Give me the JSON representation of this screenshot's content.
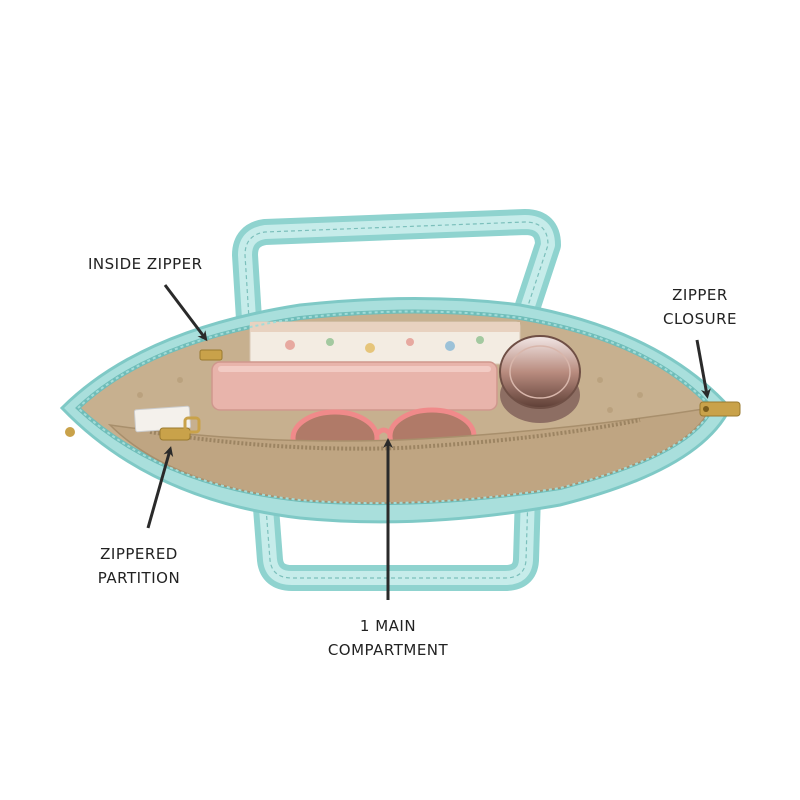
{
  "colors": {
    "background": "#ffffff",
    "bag_mint": "#a9dfdc",
    "bag_mint_dark": "#7fc9c6",
    "lining_tan": "#c7b08f",
    "zipper_gold": "#c9a24a",
    "pouch_pink": "#e8b4ab",
    "arrow": "#2a2a2a"
  },
  "callouts": {
    "inside_zipper": {
      "lines": [
        "INSIDE ZIPPER"
      ]
    },
    "zipper_closure": {
      "lines": [
        "ZIPPER",
        "CLOSURE"
      ]
    },
    "zippered_partition": {
      "lines": [
        "ZIPPERED",
        "PARTITION"
      ]
    },
    "main_compartment": {
      "lines": [
        "1 MAIN",
        "COMPARTMENT"
      ]
    }
  }
}
